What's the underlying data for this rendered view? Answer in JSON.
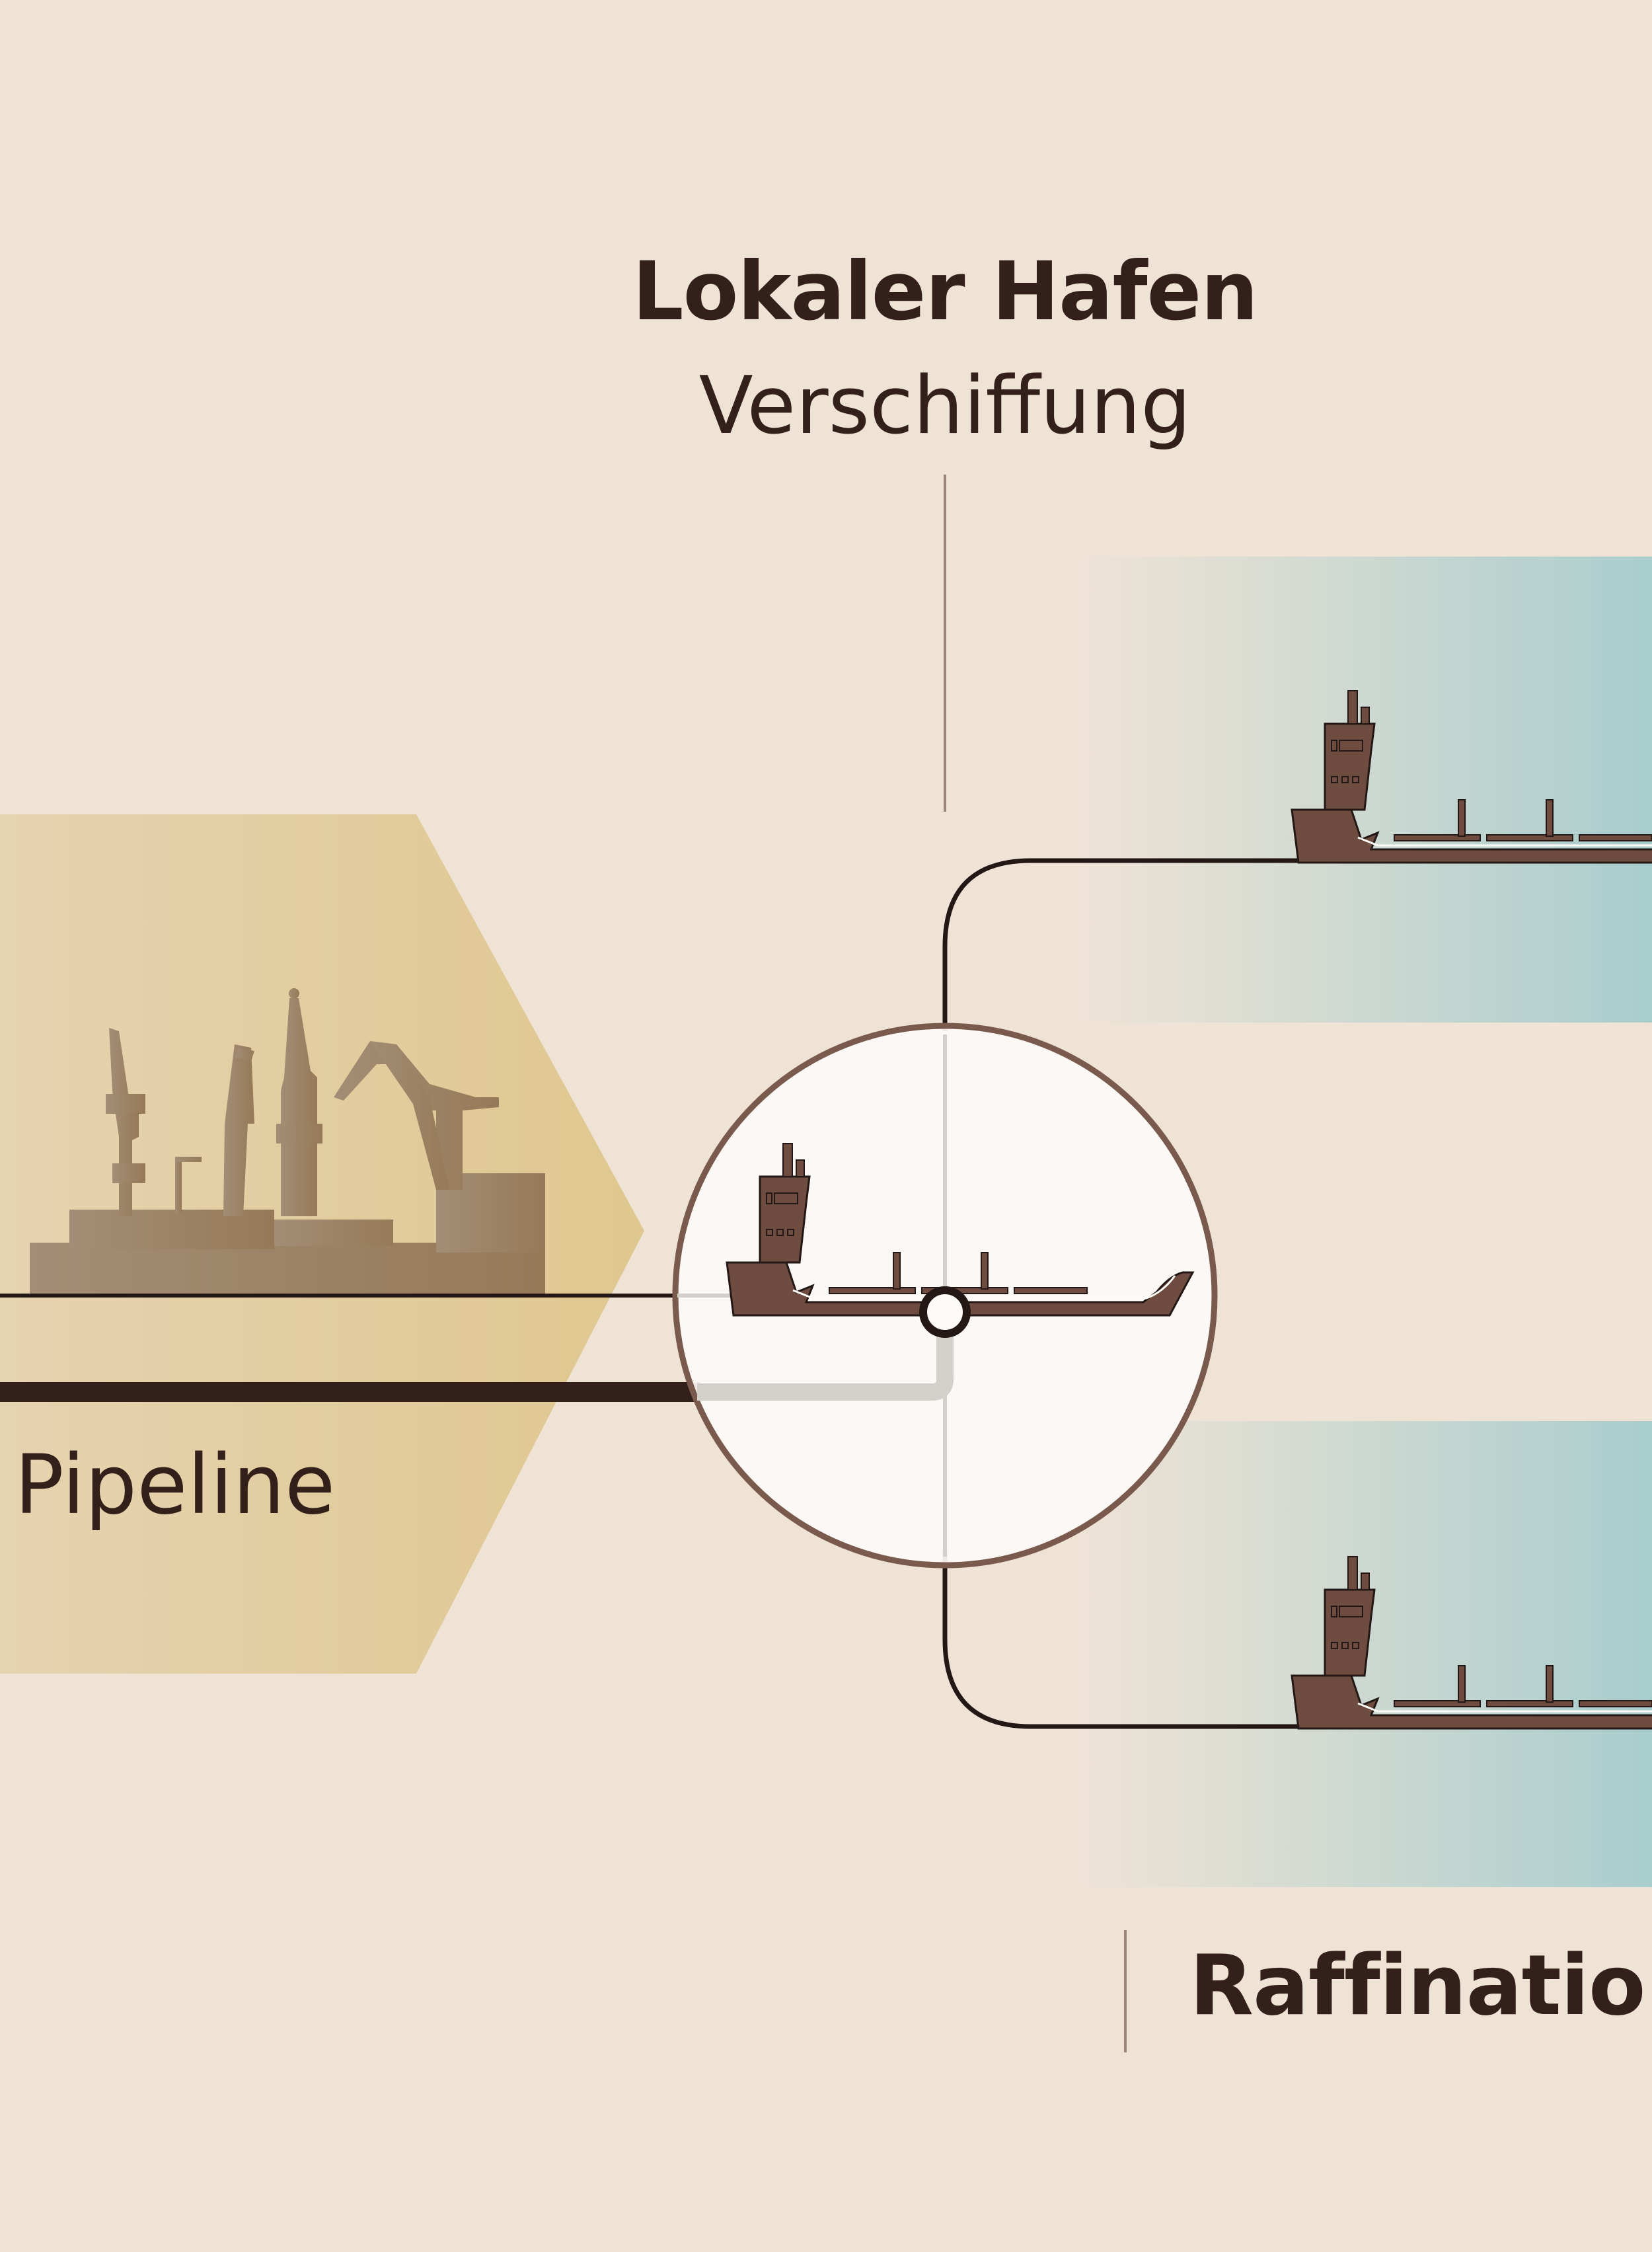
{
  "header": {
    "title": "Lokaler Hafen",
    "subtitle": "Verschiffung"
  },
  "left": {
    "label": "Pipeline",
    "icon": "port-cranes-icon"
  },
  "right": {
    "label": "Raffination",
    "icons": [
      "tanker-ship-icon",
      "tanker-ship-icon"
    ]
  },
  "center": {
    "icon": "tanker-ship-icon"
  },
  "colors": {
    "background": "#efe3d6",
    "hexagon": "#e2cb96",
    "silhouette": "#9a7f63",
    "ship": "#6e4c3f",
    "line_dark": "#231815",
    "pipeline": "#33201a",
    "water": "#a9cdcd",
    "circle_fill": "#fcfaf7",
    "circle_stroke": "#7a5a4c",
    "text": "#33201a"
  }
}
